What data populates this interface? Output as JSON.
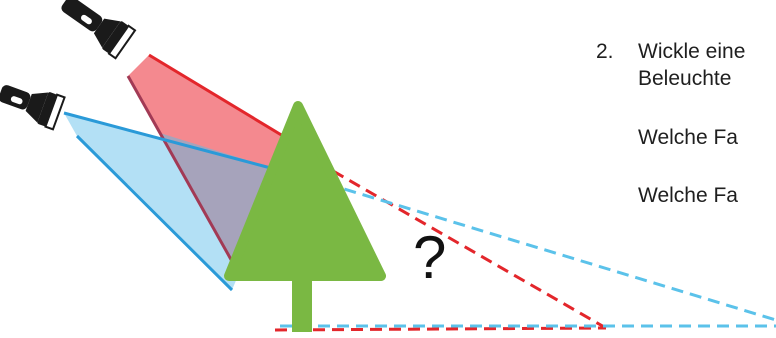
{
  "task": {
    "number": "2.",
    "line1": "Wickle eine",
    "line2": "Beleuchte",
    "question1": "Welche Fa",
    "question2": "Welche Fa"
  },
  "diagram": {
    "unknown_mark": "?",
    "colors": {
      "red_light": "#f4898f",
      "red_outline": "#e3262b",
      "blue_light": "#b3e0f5",
      "blue_outline": "#2a9ad8",
      "overlap": "#a6a3bb",
      "tree": "#7ab843",
      "trunk": "#7ab843",
      "torch_body": "#1a1a1a",
      "shadow_red_dash": "#e3262b",
      "shadow_blue_dash": "#5bc2ea"
    },
    "icons": [
      "red-flashlight-icon",
      "blue-flashlight-icon",
      "tree-icon"
    ]
  }
}
